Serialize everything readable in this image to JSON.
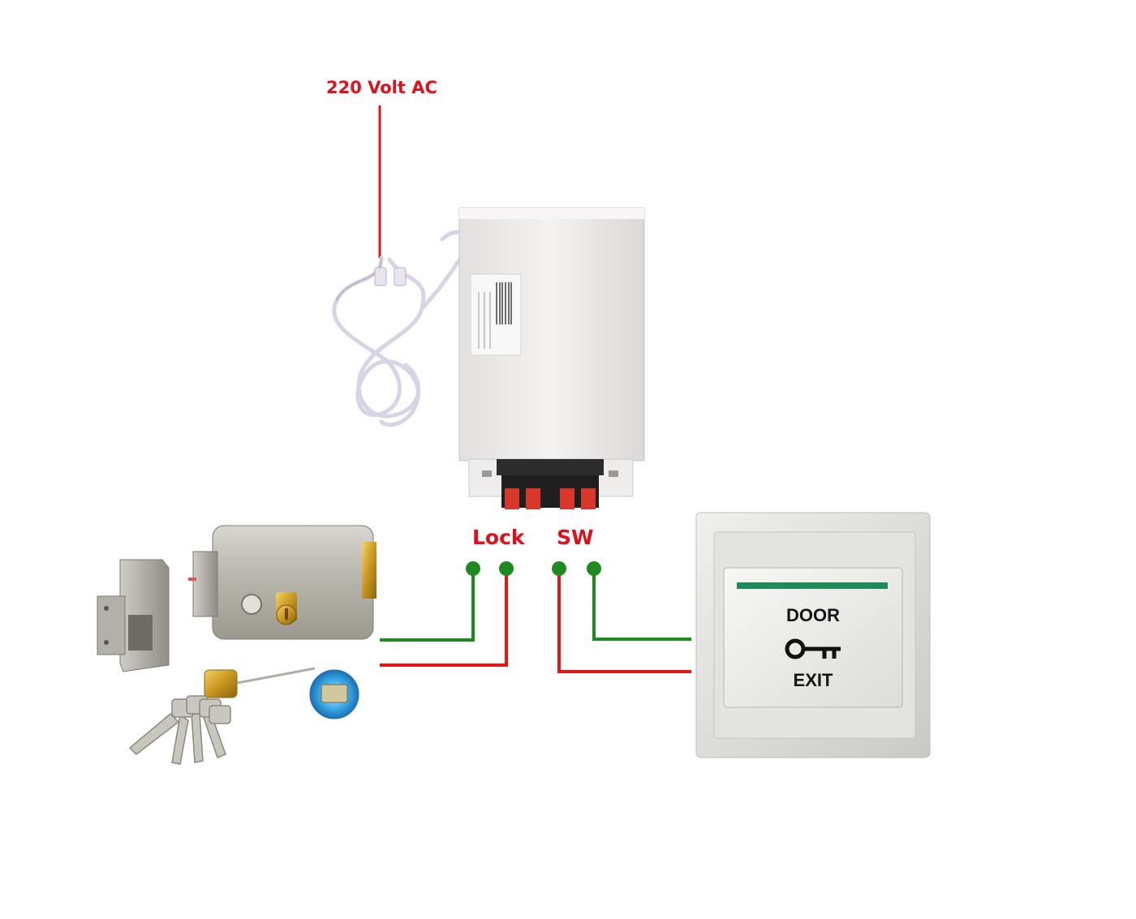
{
  "labels": {
    "power_input": "220 Volt AC",
    "lock_terminal": "Lock",
    "switch_terminal": "SW"
  },
  "exit_button": {
    "top_text": "DOOR",
    "bottom_text": "EXIT"
  },
  "colors": {
    "label_red": "#e0101a",
    "wire_red": "#e01818",
    "wire_green": "#1f8a1f",
    "terminal_green": "#1f8a1f"
  }
}
